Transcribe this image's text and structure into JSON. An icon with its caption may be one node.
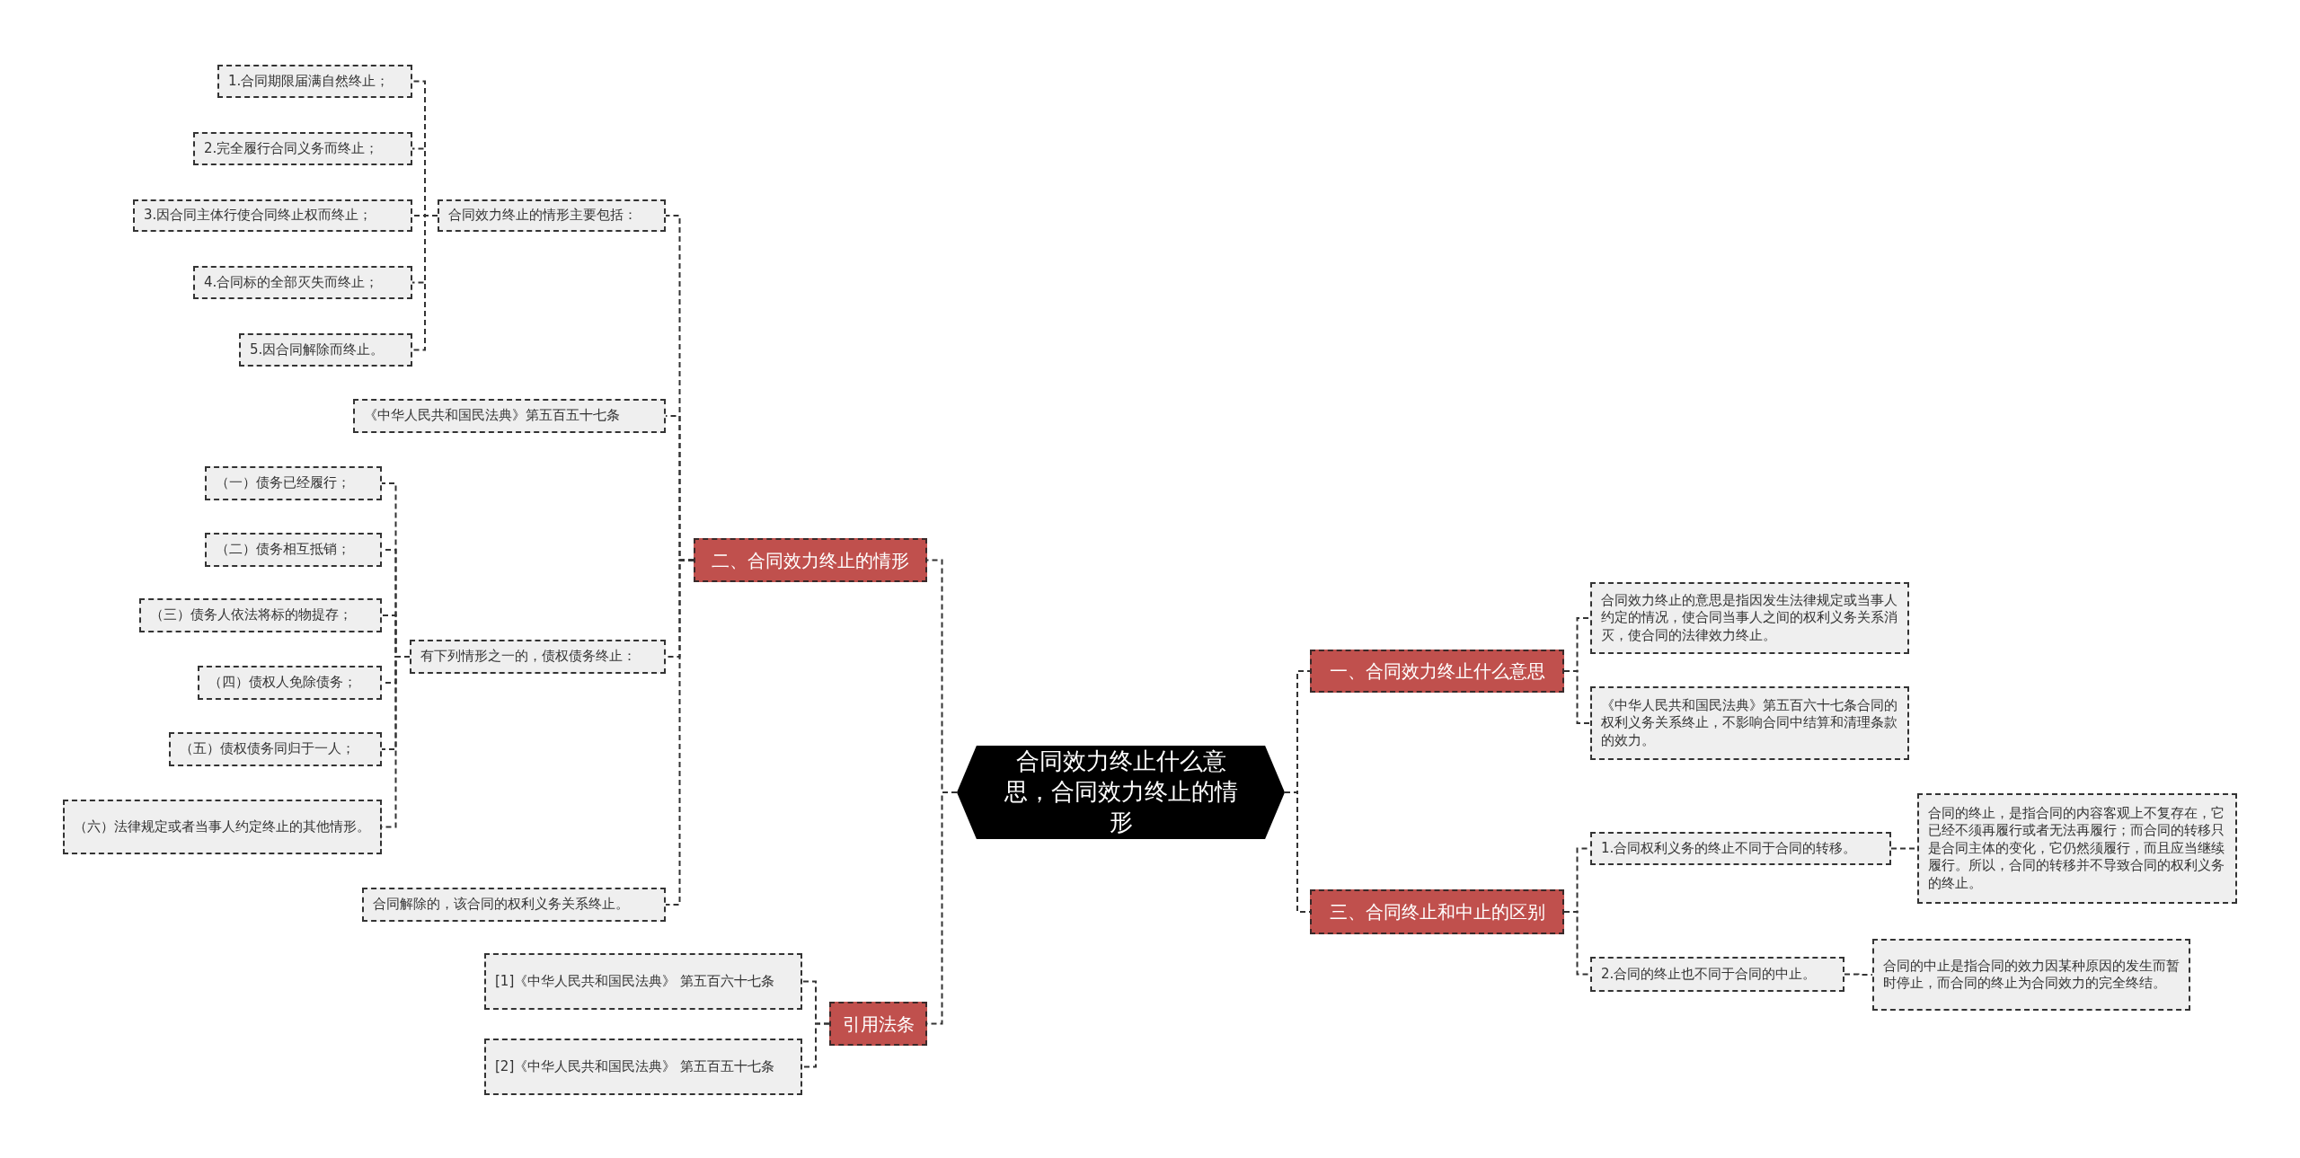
{
  "diagram": {
    "nodes": [
      {
        "text": [
          "合同效力终止什么意思，合同效力终止的情形"
        ]
      },
      {
        "text": [
          "二、合同效力终止的情形"
        ]
      },
      {
        "text": [
          "合同效力终止的情形主要包括："
        ]
      },
      {
        "text": [
          "1.合同期限届满自然终止；"
        ]
      },
      {
        "text": [
          "2.完全履行合同义务而终止；"
        ]
      },
      {
        "text": [
          "3.因合同主体行使合同终止权而终止；"
        ]
      },
      {
        "text": [
          "4.合同标的全部灭失而终止；"
        ]
      },
      {
        "text": [
          "5.因合同解除而终止。"
        ]
      },
      {
        "text": [
          "《中华人民共和国民法典》第五百五十七条"
        ]
      },
      {
        "text": [
          "有下列情形之一的，债权债务终止："
        ]
      },
      {
        "text": [
          "（一）债务已经履行；"
        ]
      },
      {
        "text": [
          "（二）债务相互抵销；"
        ]
      },
      {
        "text": [
          "（三）债务人依法将标的物提存；"
        ]
      },
      {
        "text": [
          "（四）债权人免除债务；"
        ]
      },
      {
        "text": [
          "（五）债权债务同归于一人；"
        ]
      },
      {
        "text": [
          "（六）法律规定或者当事人约定终止的其他情形。"
        ]
      },
      {
        "text": [
          "合同解除的，该合同的权利义务关系终止。"
        ]
      },
      {
        "text": [
          "引用法条"
        ]
      },
      {
        "text": [
          "[1]《中华人民共和国民法典》 第五百六十七条"
        ]
      },
      {
        "text": [
          "[2]《中华人民共和国民法典》 第五百五十七条"
        ]
      },
      {
        "text": [
          "一、合同效力终止什么意思"
        ]
      },
      {
        "text": [
          "合同效力终止的意思是指因发生法律规定或当事人约定的情况，使合同当事人之间的权利义务关系消灭，使合同的法律效力终止。"
        ]
      },
      {
        "text": [
          "《中华人民共和国民法典》第五百六十七条合同的权利义务关系终止，不影响合同中结算和清理条款的效力。"
        ]
      },
      {
        "text": [
          "三、合同终止和中止的区别"
        ]
      },
      {
        "text": [
          "1.合同权利义务的终止不同于合同的转移。"
        ]
      },
      {
        "text": [
          "合同的终止，是指合同的内容客观上不复存在，它已经不须再履行或者无法再履行；而合同的转移只是合同主体的变化，它仍然须履行，而且应当继续履行。所以，合同的转移并不导致合同的权利义务的终止。"
        ]
      },
      {
        "text": [
          "2.合同的终止也不同于合同的中止。"
        ]
      },
      {
        "text": [
          "合同的中止是指合同的效力因某种原因的发生而暂时停止，而合同的终止为合同效力的完全终结。"
        ]
      }
    ],
    "edges": [
      {
        "from": 0,
        "to": 1,
        "arrow": "none"
      },
      {
        "from": 0,
        "to": 17,
        "arrow": "none"
      },
      {
        "from": 0,
        "to": 20,
        "arrow": "none"
      },
      {
        "from": 0,
        "to": 23,
        "arrow": "none"
      },
      {
        "from": 1,
        "to": 2,
        "arrow": "none"
      },
      {
        "from": 2,
        "to": 3,
        "arrow": "none"
      },
      {
        "from": 2,
        "to": 4,
        "arrow": "none"
      },
      {
        "from": 2,
        "to": 5,
        "arrow": "none"
      },
      {
        "from": 2,
        "to": 6,
        "arrow": "none"
      },
      {
        "from": 2,
        "to": 7,
        "arrow": "none"
      },
      {
        "from": 1,
        "to": 8,
        "arrow": "none"
      },
      {
        "from": 1,
        "to": 9,
        "arrow": "none"
      },
      {
        "from": 9,
        "to": 10,
        "arrow": "none"
      },
      {
        "from": 9,
        "to": 11,
        "arrow": "none"
      },
      {
        "from": 9,
        "to": 12,
        "arrow": "none"
      },
      {
        "from": 9,
        "to": 13,
        "arrow": "none"
      },
      {
        "from": 9,
        "to": 14,
        "arrow": "none"
      },
      {
        "from": 9,
        "to": 15,
        "arrow": "none"
      },
      {
        "from": 1,
        "to": 16,
        "arrow": "none"
      },
      {
        "from": 17,
        "to": 18,
        "arrow": "none"
      },
      {
        "from": 17,
        "to": 19,
        "arrow": "none"
      },
      {
        "from": 20,
        "to": 21,
        "arrow": "none"
      },
      {
        "from": 20,
        "to": 22,
        "arrow": "none"
      },
      {
        "from": 23,
        "to": 24,
        "arrow": "none"
      },
      {
        "from": 24,
        "to": 25,
        "arrow": "none"
      },
      {
        "from": 23,
        "to": 26,
        "arrow": "none"
      },
      {
        "from": 26,
        "to": 27,
        "arrow": "none"
      }
    ]
  }
}
